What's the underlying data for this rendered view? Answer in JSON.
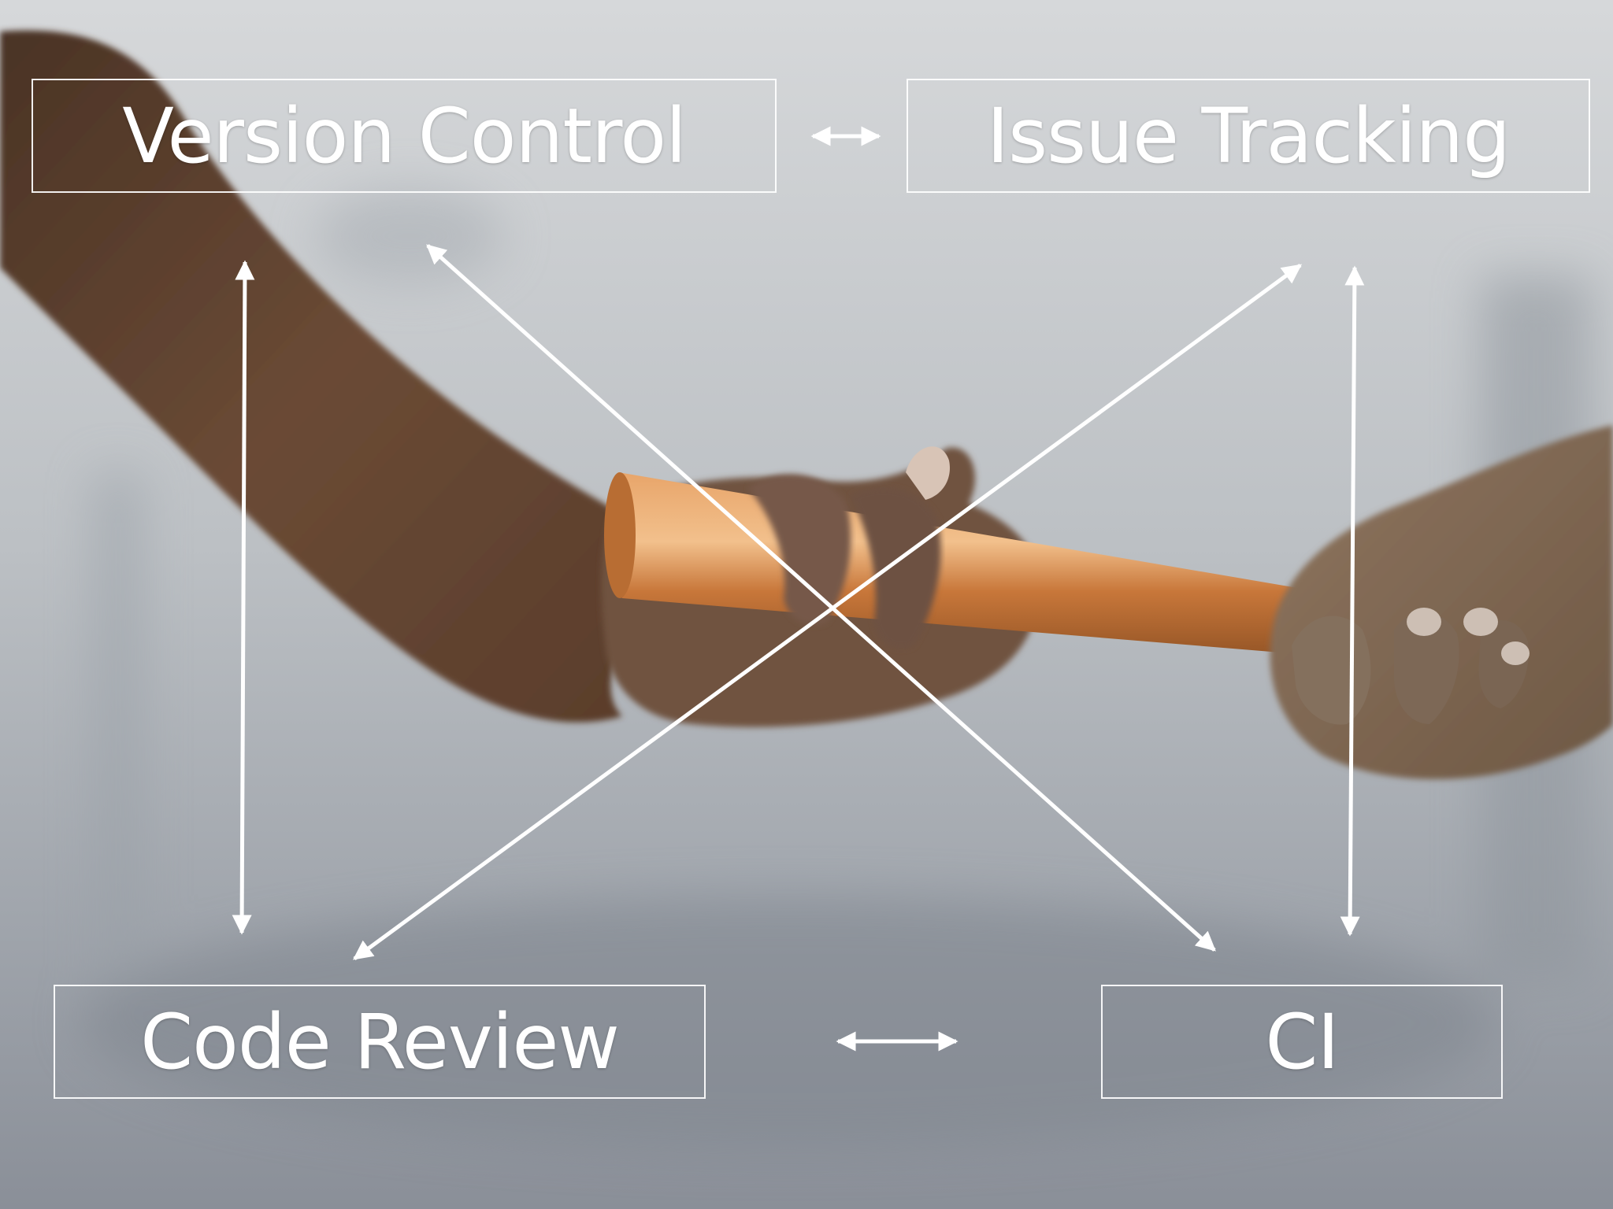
{
  "diagram": {
    "nodes": [
      {
        "id": "version-control",
        "label": "Version Control"
      },
      {
        "id": "issue-tracking",
        "label": "Issue Tracking"
      },
      {
        "id": "code-review",
        "label": "Code Review"
      },
      {
        "id": "ci",
        "label": "CI"
      }
    ],
    "edges": [
      {
        "from": "version-control",
        "to": "issue-tracking",
        "direction": "both"
      },
      {
        "from": "code-review",
        "to": "ci",
        "direction": "both"
      },
      {
        "from": "version-control",
        "to": "code-review",
        "direction": "both"
      },
      {
        "from": "issue-tracking",
        "to": "ci",
        "direction": "both"
      },
      {
        "from": "version-control",
        "to": "ci",
        "direction": "both"
      },
      {
        "from": "issue-tracking",
        "to": "code-review",
        "direction": "both"
      }
    ]
  },
  "colors": {
    "line": "#ffffff",
    "box_border": "#ffffff",
    "text": "#ffffff",
    "baton": "#c9793a"
  },
  "background": {
    "description_icon": "relay-baton-handoff-photo"
  }
}
